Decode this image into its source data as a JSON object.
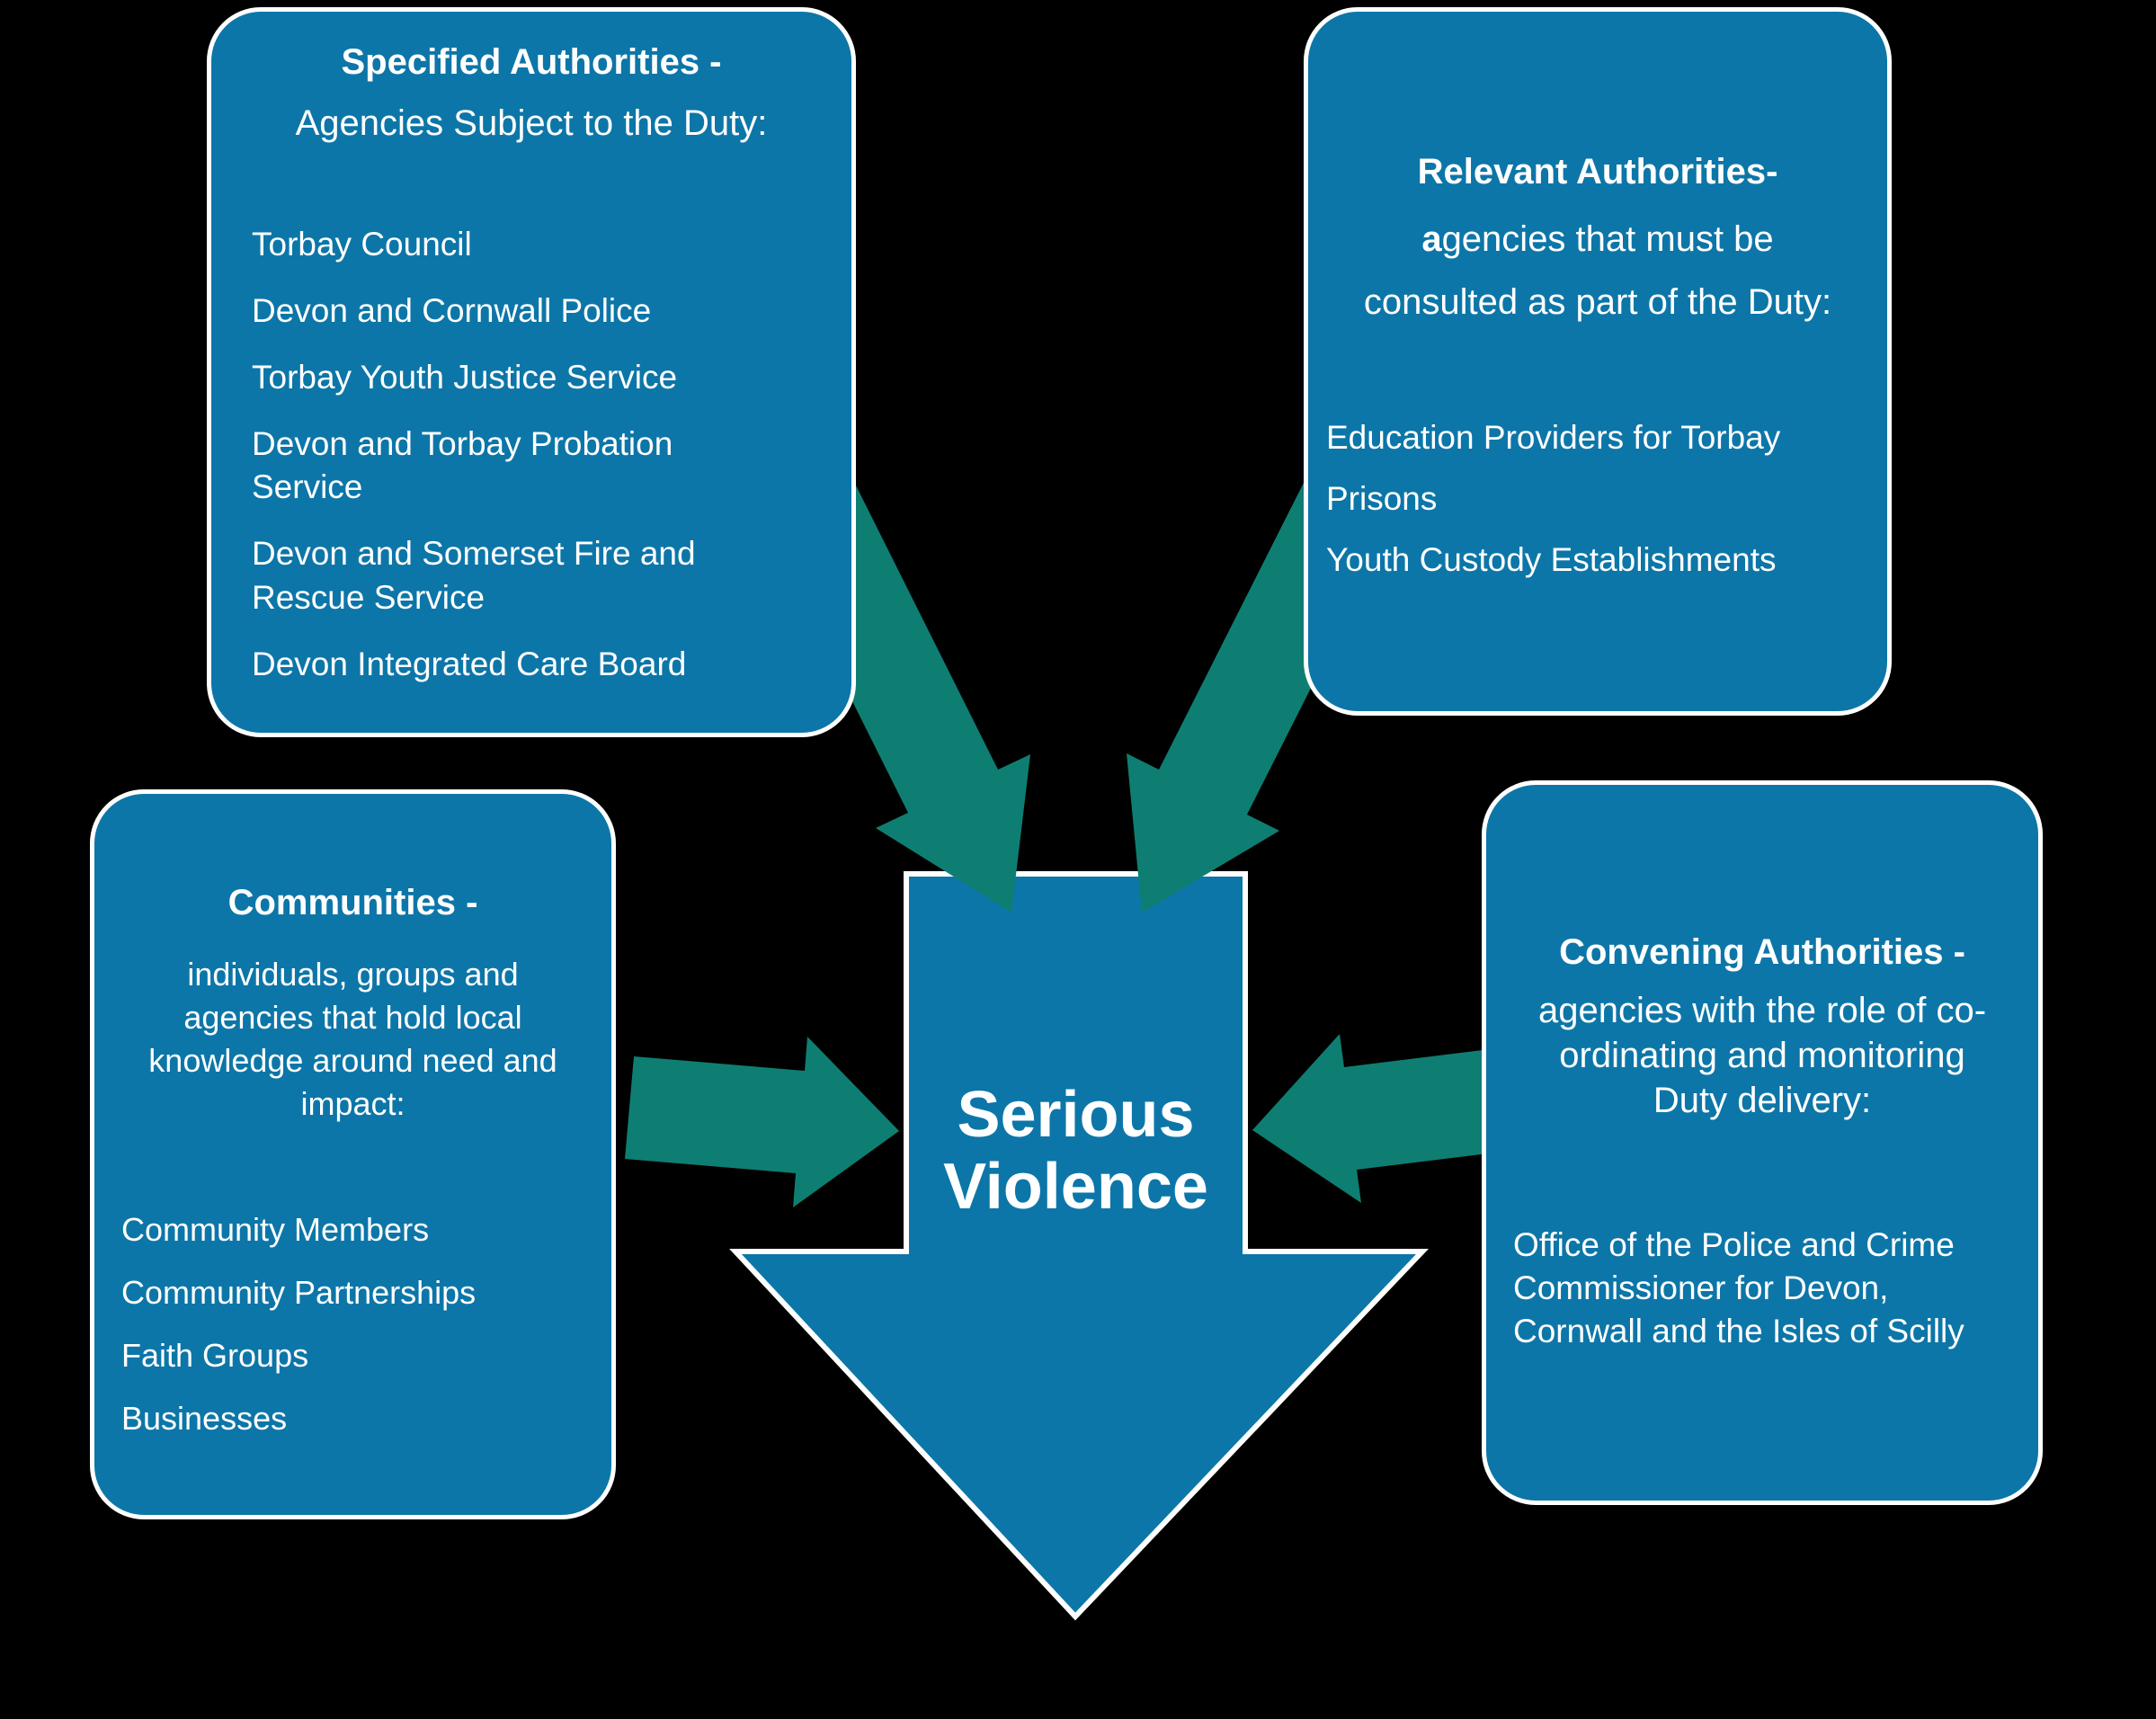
{
  "colors": {
    "background": "#000000",
    "box_blue": "#0D76A8",
    "arrow_teal": "#0E7E72",
    "text": "#FFFFFF",
    "outline": "#FFFFFF"
  },
  "center_arrow": {
    "label_line1": "Serious",
    "label_line2": "Violence"
  },
  "boxes": {
    "specified": {
      "title": "Specified Authorities -",
      "subtitle": "Agencies Subject to the Duty:",
      "items": [
        "Torbay Council",
        "Devon and Cornwall Police",
        "Torbay Youth Justice Service",
        "Devon and Torbay Probation Service",
        "Devon and Somerset Fire and Rescue Service",
        "Devon Integrated Care Board"
      ]
    },
    "relevant": {
      "title": "Relevant Authorities-",
      "subtitle_bold_prefix": "a",
      "subtitle_line1_rest": "gencies that must be",
      "subtitle_line2": "consulted as part of the Duty:",
      "items": [
        "Education Providers for Torbay",
        "Prisons",
        "Youth Custody Establishments"
      ]
    },
    "communities": {
      "title": "Communities -",
      "subtitle_lines": [
        "individuals, groups and",
        "agencies that hold local",
        "knowledge around need and",
        "impact:"
      ],
      "items": [
        "Community Members",
        "Community Partnerships",
        "Faith Groups",
        "Businesses"
      ]
    },
    "convening": {
      "title": "Convening Authorities -",
      "subtitle_lines": [
        "agencies with the role of co-",
        "ordinating and monitoring",
        "Duty delivery:"
      ],
      "body_lines": [
        "Office of the Police and Crime",
        "Commissioner for Devon,",
        "Cornwall and the Isles of Scilly"
      ]
    }
  }
}
